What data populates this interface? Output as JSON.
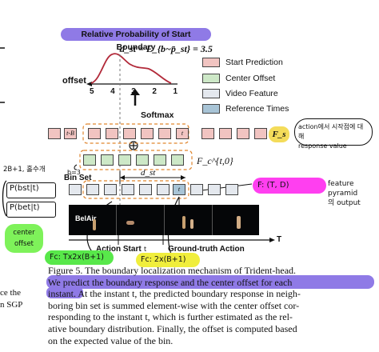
{
  "figure": {
    "banner_title": "Relative Probability of Start Boundary",
    "equation": "d_st = E_{b~p̄_st} = 3.5",
    "offset_label": "offset",
    "axis_ticks": [
      "5",
      "4",
      "3",
      "2",
      "1"
    ],
    "softmax_label": "Softmax",
    "tb_cell": "t-B",
    "t_cell": "t",
    "fs_label": "F_s",
    "fc_label": "F_c^{t,0}",
    "dst_label": "d_st",
    "bin_set_label": "Bin Set",
    "ref_cell": "t",
    "belair_logo": "BelAir",
    "action_start": "Action Start",
    "ground_truth": "Ground-truth Action",
    "t_axis": "T"
  },
  "legend": {
    "items": [
      {
        "label": "Start Prediction",
        "color": "#f1c4c1"
      },
      {
        "label": "Center Offset",
        "color": "#cde8c7"
      },
      {
        "label": "Video Feature",
        "color": "#e4e8ee"
      },
      {
        "label": "Reference Times",
        "color": "#a8c4d6"
      }
    ]
  },
  "caption": {
    "lines": [
      "Figure 5. The boundary localization mechanism of Trident-head.",
      "We predict the boundary response and the center offset for each",
      "instant. At the instant t, the predicted boundary response in neigh-",
      "boring bin set is summed element-wise with the center offset cor-",
      "responding to the instant t, which is further estimated as the rel-",
      "ative boundary distribution.  Finally, the offset is computed based",
      "on the expected value of the bin."
    ]
  },
  "margin": {
    "ce_the": "ce the",
    "sgp": "n SGP"
  },
  "annotations": {
    "korean_response": [
      "action에서 시작점에 대해",
      "response value"
    ],
    "gaussian_note": "2B+1, 홀수개",
    "p_bst": "P(bst|t)",
    "p_bet": "P(bet|t)",
    "center_offset": [
      "center",
      "offset"
    ],
    "b3": "b=3",
    "f_note": "F: (T, D)",
    "feature_pyramid": [
      "feature pyramid",
      "의 output"
    ],
    "fc_green": "Fc: Tx2x(B+1)",
    "fc_yellow": [
      "t",
      "Fc: 2x(B+1)"
    ]
  }
}
